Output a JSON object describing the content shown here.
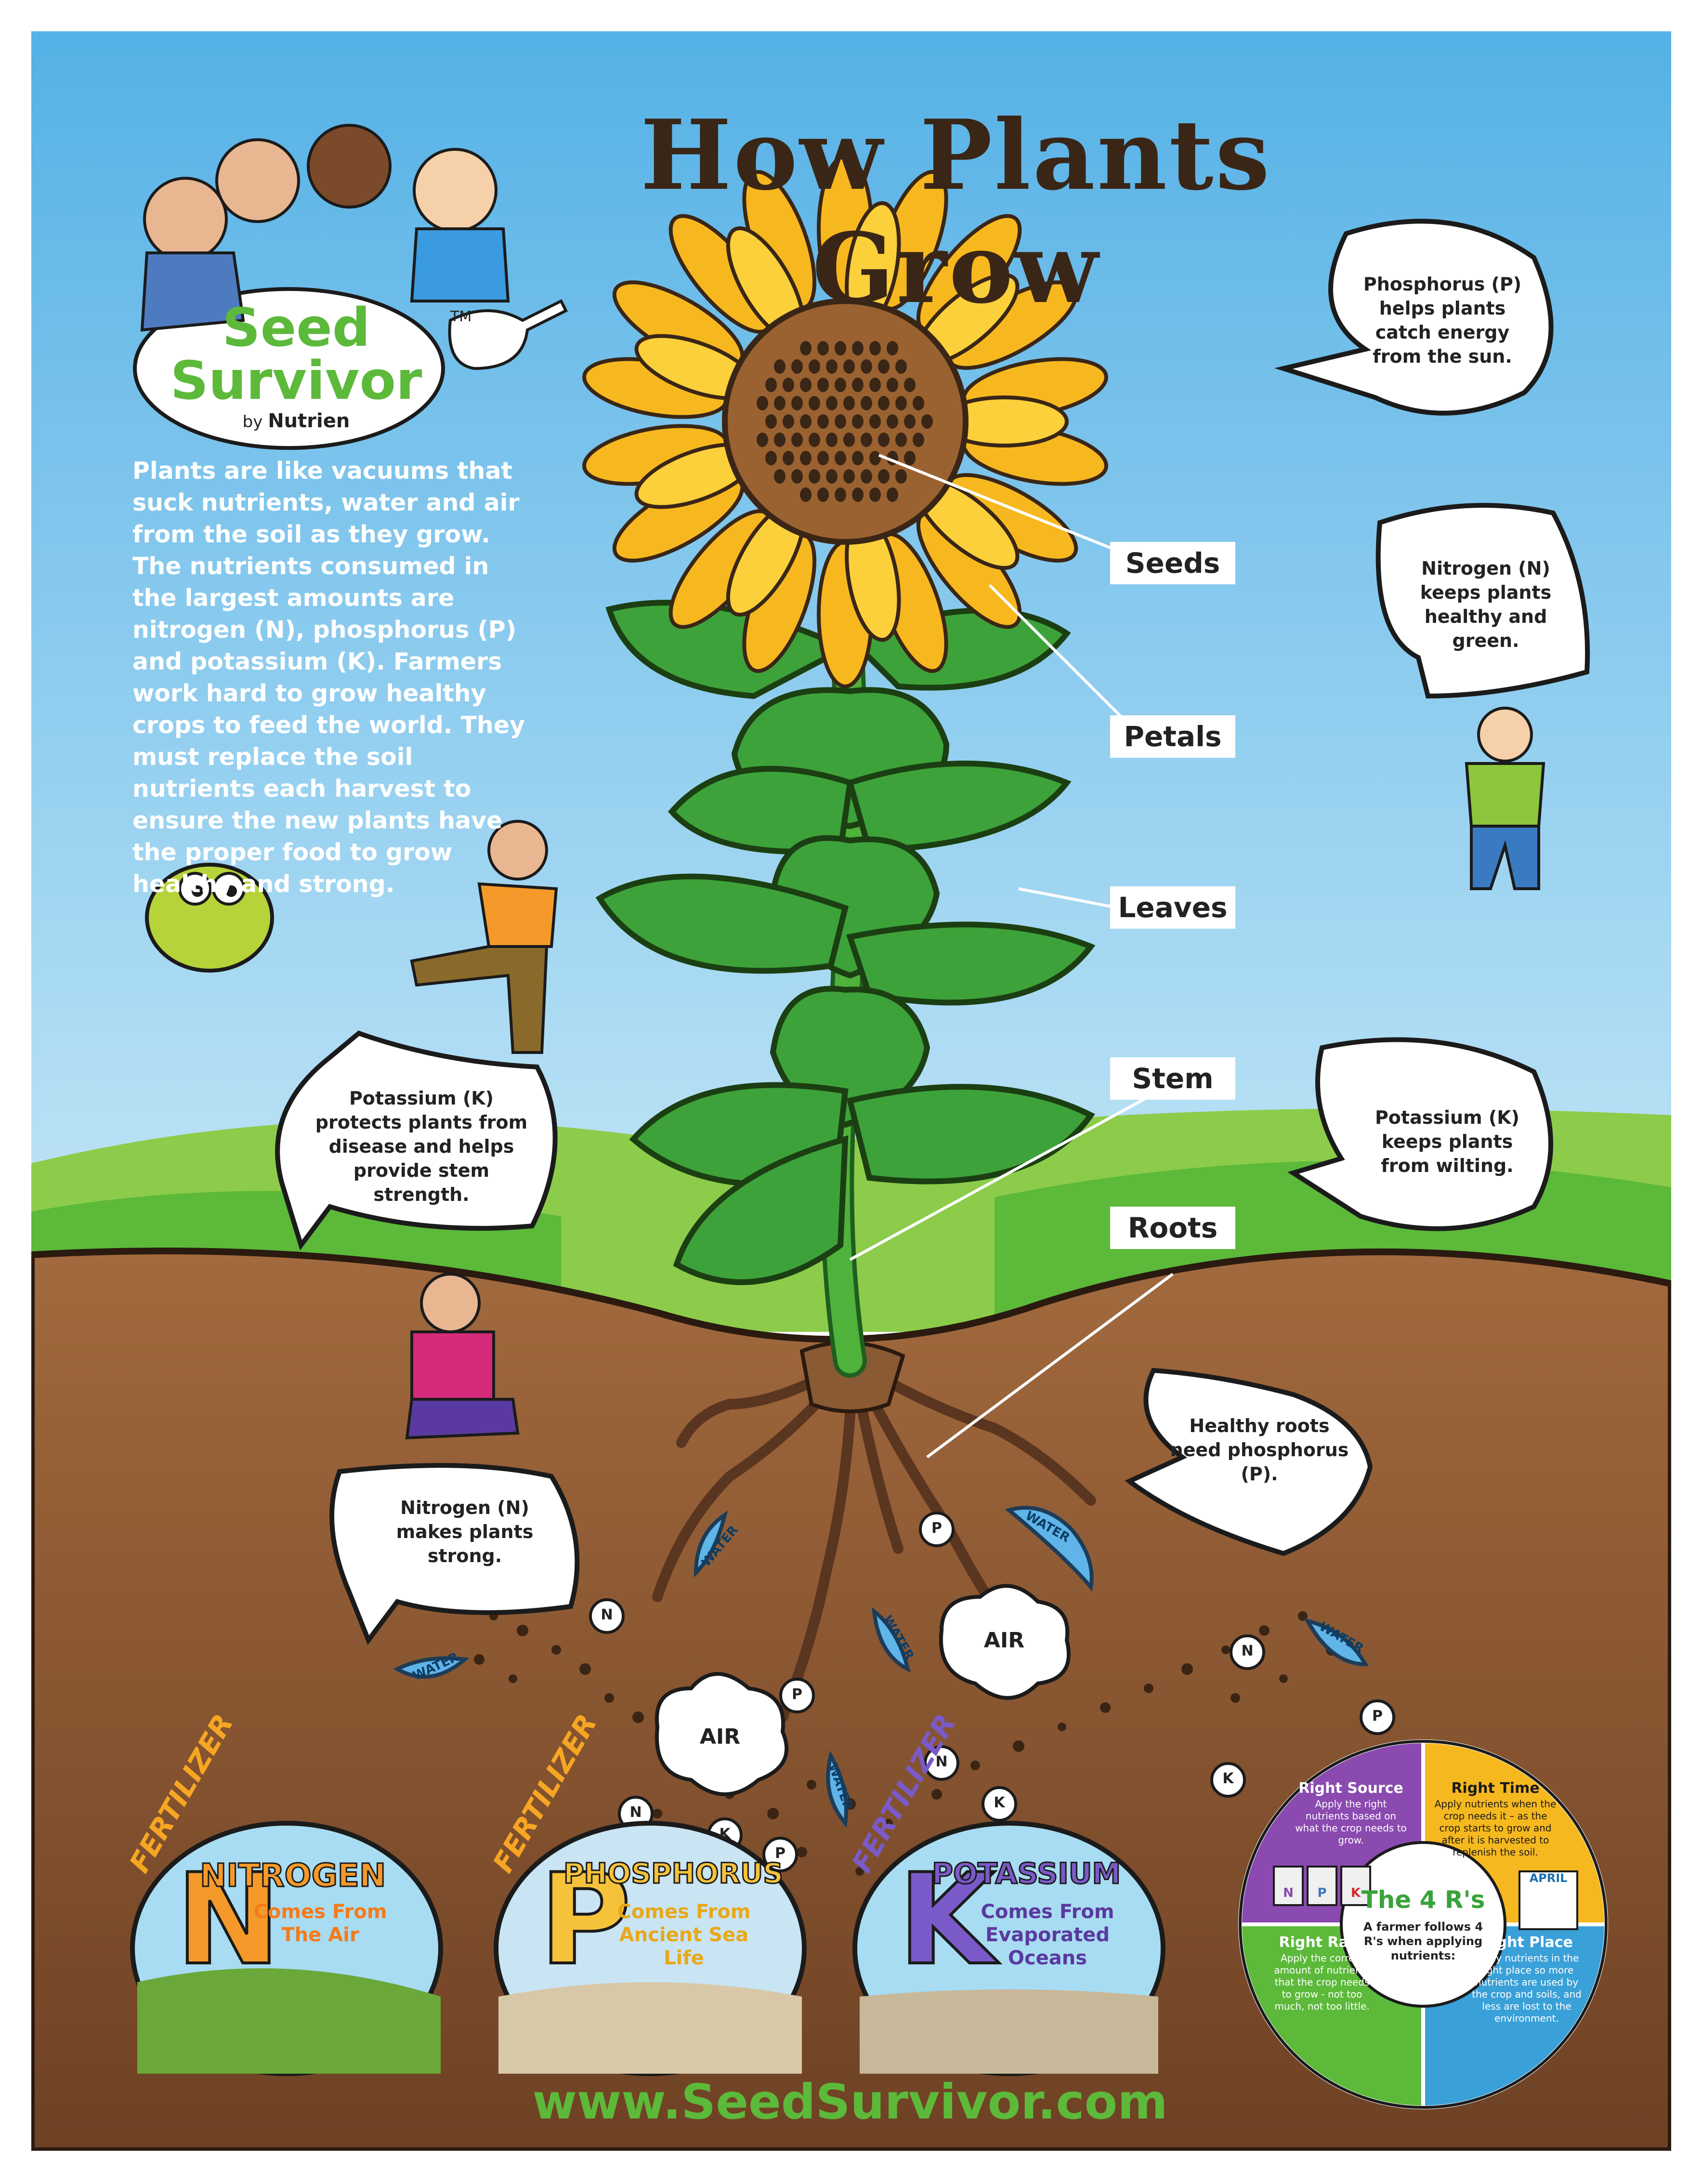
{
  "title": "How Plants Grow",
  "logo": {
    "line1": "Seed",
    "line2": "Survivor",
    "tm": "TM",
    "by": "by",
    "company": "Nutrien"
  },
  "intro": "Plants are like vacuums that suck nutrients, water and air from the soil as they grow. The nutrients consumed in the largest amounts are nitrogen (N), phosphorus (P) and potassium (K). Farmers work hard to grow healthy crops to feed the world. They must replace the soil nutrients each harvest to ensure the new plants have the proper food to grow healthy and strong.",
  "labels": {
    "seeds": "Seeds",
    "petals": "Petals",
    "leaves": "Leaves",
    "stem": "Stem",
    "roots": "Roots"
  },
  "bubbles": {
    "phosphorus_sun": "Phosphorus (P) helps plants catch energy from the sun.",
    "nitrogen_green": "Nitrogen (N) keeps plants healthy and green.",
    "potassium_disease": "Potassium (K) protects plants from disease and helps provide stem strength.",
    "potassium_wilting": "Potassium (K) keeps plants from wilting.",
    "roots_phosphorus": "Healthy roots need phosphorus (P).",
    "nitrogen_strong": "Nitrogen (N) makes plants strong."
  },
  "soil_tokens": {
    "n": "N",
    "p": "P",
    "k": "K",
    "water": "WATER",
    "air": "AIR"
  },
  "badges": [
    {
      "tag": "FERTILIZER",
      "letter": "N",
      "title": "NITROGEN",
      "subtitle": "Comes From The Air"
    },
    {
      "tag": "FERTILIZER",
      "letter": "P",
      "title": "PHOSPHORUS",
      "subtitle": "Comes From Ancient Sea Life"
    },
    {
      "tag": "FERTILIZER",
      "letter": "K",
      "title": "POTASSIUM",
      "subtitle": "Comes From Evaporated Oceans"
    }
  ],
  "four_rs": {
    "title": "The 4 R's",
    "subtitle": "A farmer follows 4 R's when applying nutrients:",
    "right_source": {
      "heading": "Right Source",
      "text": "Apply the right nutrients based on what the crop needs to grow."
    },
    "right_time": {
      "heading": "Right Time",
      "text": "Apply nutrients when the crop needs it – as the crop starts to grow and after it is harvested to replenish the soil."
    },
    "right_rate": {
      "heading": "Right Rate",
      "text": "Apply the correct amount of nutrients that the crop needs to grow - not too much, not too little."
    },
    "right_place": {
      "heading": "Right Place",
      "text": "Apply nutrients in the right place so more nutrients are used by the crop and soils, and less are lost to the environment."
    },
    "calendar": "APRIL",
    "bag_letters": [
      "N",
      "P",
      "K"
    ]
  },
  "url": "www.SeedSurvivor.com",
  "colors": {
    "sky": "#6cc0ea",
    "soil": "#7a4a2a",
    "grass": "#5cb93a",
    "petal": "#f7b81f",
    "leaf": "#3da23a",
    "title": "#3a2616"
  }
}
